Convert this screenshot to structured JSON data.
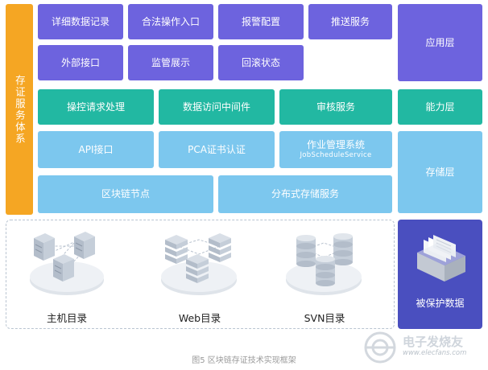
{
  "system_label": "存证服务体系",
  "layers": {
    "application": {
      "label": "应用层",
      "items": [
        "详细数据记录",
        "合法操作入口",
        "报警配置",
        "推送服务",
        "外部接口",
        "监管展示",
        "回滚状态"
      ]
    },
    "capability": {
      "label": "能力层",
      "items": [
        "操控请求处理",
        "数据访问中间件",
        "审核服务"
      ]
    },
    "storage": {
      "label": "存储层",
      "items": [
        "API接口",
        "PCA证书认证",
        "作业管理系统",
        "区块链节点",
        "分布式存储服务"
      ],
      "job_subtitle": "JobScheduleService"
    }
  },
  "targets": {
    "host": "主机目录",
    "web": "Web目录",
    "svn": "SVN目录",
    "protected": "被保护数据"
  },
  "caption": "图5 区块链存证技术实现框架",
  "watermark": {
    "text": "电子发烧友",
    "url": "www.elecfans.com"
  },
  "colors": {
    "application": "#6d63de",
    "capability": "#22b8a2",
    "storage": "#7cc7ee",
    "system": "#f5a623",
    "protected": "#4a4fbf"
  }
}
